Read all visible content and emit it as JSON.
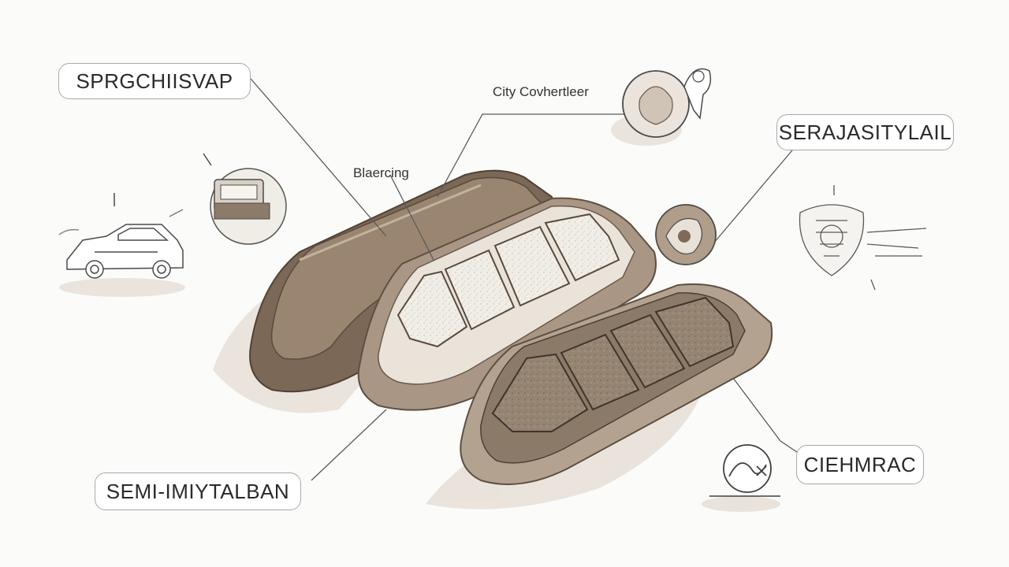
{
  "labels": {
    "top_left": "SPRGCHIISVAP",
    "top_center": "City Covhertleer",
    "center": "Blaercing",
    "right": "SERAJASITYLAIL",
    "bottom_left": "SEMI-IMIYTALBAN",
    "bottom_right": "CIEHMRAC"
  },
  "icons": [
    "car-icon",
    "car-interior-icon",
    "brake-rotor-icon",
    "brake-caliper-icon",
    "shield-icon",
    "curve-gauge-icon"
  ],
  "colors": {
    "pad_backing": "#7d6a58",
    "pad_backing_light": "#a8967f",
    "friction_white": "#efece6",
    "friction_brown": "#8e7d6b",
    "shadow": "#e4ddd5",
    "line": "#5a5a5a"
  }
}
